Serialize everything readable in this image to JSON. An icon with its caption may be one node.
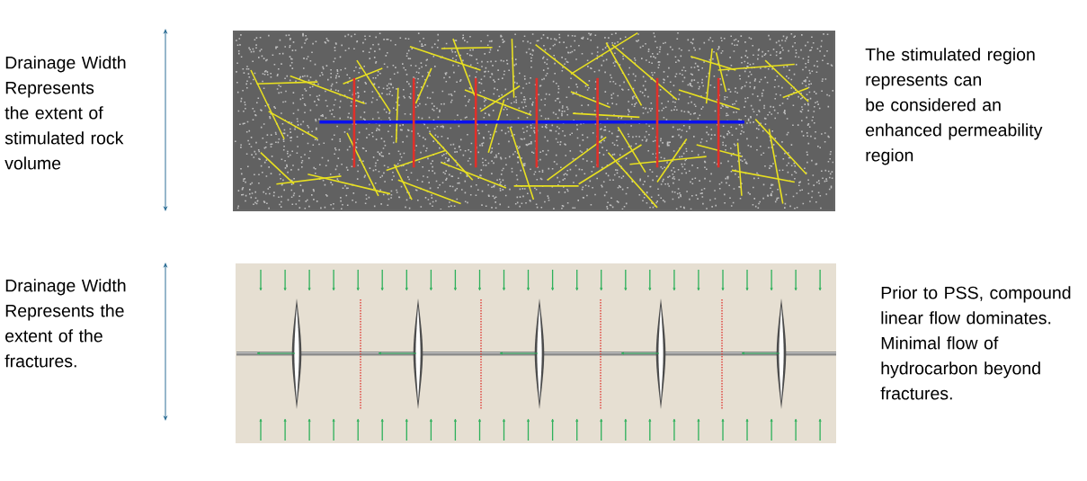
{
  "diagram": {
    "labels": [
      "Drainage Width Represents the extent of stimulated rock volume",
      "The stimulated region represents can be considered an enhanced permeability region",
      "Drainage Width Represents the extent of the fractures.",
      "Prior to PSS, compound linear flow dominates.  Minimal flow of hydrocarbon beyond fractures."
    ]
  }
}
